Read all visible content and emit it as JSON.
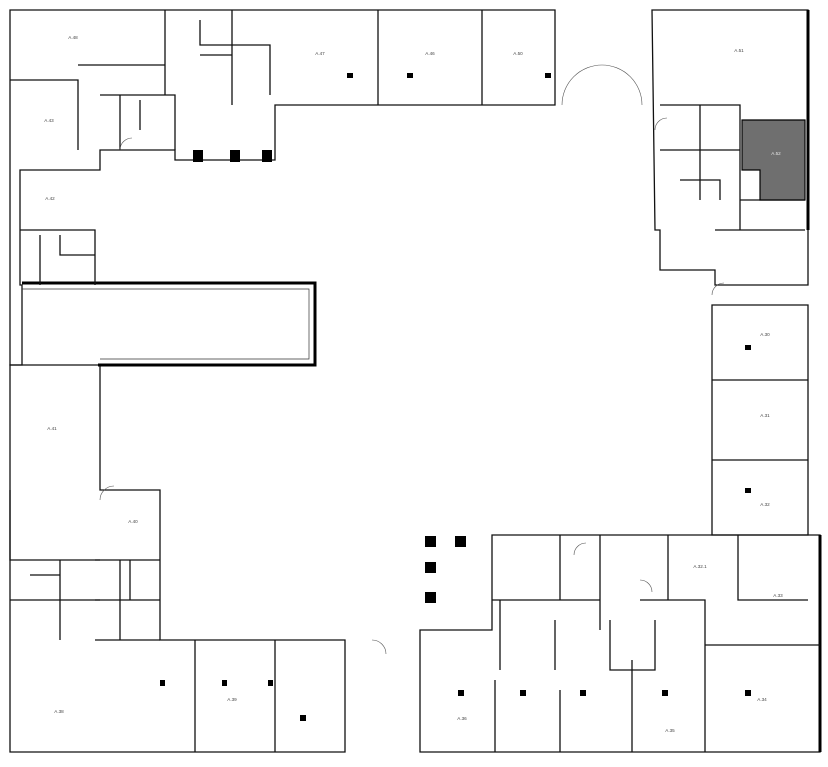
{
  "units": [
    {
      "id": "u-48",
      "label": "А.48"
    },
    {
      "id": "u-47",
      "label": "А.47"
    },
    {
      "id": "u-46",
      "label": "А.46"
    },
    {
      "id": "u-50",
      "label": "А.50"
    },
    {
      "id": "u-51",
      "label": "А.51"
    },
    {
      "id": "u-52",
      "label": "А.52",
      "highlighted": true
    },
    {
      "id": "u-43",
      "label": "А.43"
    },
    {
      "id": "u-42",
      "label": "А.42"
    },
    {
      "id": "u-41",
      "label": "А.41"
    },
    {
      "id": "u-40",
      "label": "А.40"
    },
    {
      "id": "u-38",
      "label": "А.38"
    },
    {
      "id": "u-39",
      "label": "А.39"
    },
    {
      "id": "u-30",
      "label": "А.30"
    },
    {
      "id": "u-31",
      "label": "А.31"
    },
    {
      "id": "u-32",
      "label": "А.32"
    },
    {
      "id": "u-32-1",
      "label": "А.32.1"
    },
    {
      "id": "u-33",
      "label": "А.33"
    },
    {
      "id": "u-34",
      "label": "А.34"
    },
    {
      "id": "u-35",
      "label": "А.35"
    },
    {
      "id": "u-36",
      "label": "А.36"
    }
  ],
  "colors": {
    "highlight": "#6f6f6f",
    "wall": "#111111",
    "background": "#ffffff"
  }
}
